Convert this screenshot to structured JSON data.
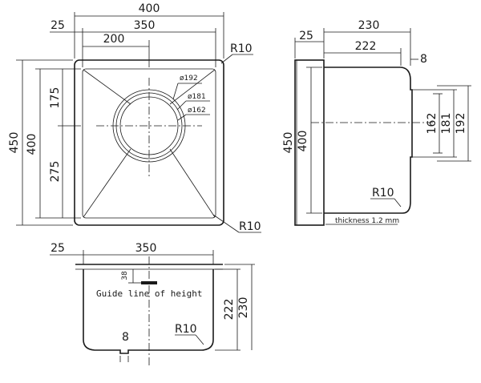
{
  "top_view": {
    "overall_width": "400",
    "flange": "25",
    "inner_width": "350",
    "drain_offset": "200",
    "corner_radius_outer": "R10",
    "corner_radius_inner": "R10",
    "drain_d1": "ø192",
    "drain_d2": "ø181",
    "drain_d3": "ø162",
    "overall_height": "450",
    "inner_height": "400",
    "drain_from_top": "175",
    "drain_from_bottom": "275"
  },
  "side_view": {
    "overall_depth": "230",
    "inner_depth": "222",
    "flange": "25",
    "drain_length": "8",
    "height_outer": "450",
    "height_inner": "400",
    "drain_d1": "162",
    "drain_d2": "181",
    "drain_d3": "192",
    "bottom_radius": "R10",
    "thickness_note": "thickness 1.2 mm"
  },
  "front_view": {
    "flange": "25",
    "inner_width": "350",
    "guide_offset": "38",
    "guide_label": "Guide line of height",
    "drain_length": "8",
    "bottom_radius": "R10",
    "depth_inner": "222",
    "depth_outer": "230"
  }
}
